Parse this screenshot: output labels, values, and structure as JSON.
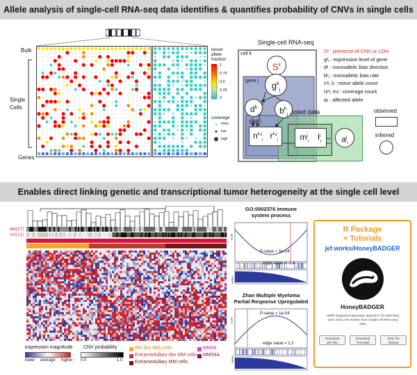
{
  "banners": {
    "top": "Allele analysis of single-cell RNA-seq data identifies & quantifies probability of CNVs in single cells",
    "middle": "Enables direct linking genetic and transcriptional tumor heterogeneity at the single cell level"
  },
  "allele_panel": {
    "row_labels": {
      "bulk": "Bulk",
      "single_cells": "Single\nCells",
      "genes": "Genes"
    },
    "fraction_legend": {
      "title": "lesser\nallele\nfraction",
      "ticks": [
        "1",
        "0.75",
        "0.5",
        "0.25",
        "0"
      ],
      "colors": [
        "#ff0000",
        "#ff8c00",
        "#ffe600",
        "#40d0c8",
        "#30c0c0"
      ]
    },
    "coverage_legend": {
      "title": "coverage",
      "none": "none",
      "low": "low",
      "high": "high"
    }
  },
  "model_diagram": {
    "title": "Single-cell RNA-seq",
    "cell_label": "cell k",
    "gene_label": "gene j",
    "snp_label": "SNP i",
    "pooled_label": "Pooled data",
    "nodes": {
      "S": "S",
      "S_sup": "k",
      "g": "g",
      "g_sup": "k",
      "g_sub": "j",
      "d": "d",
      "d_sup": "k",
      "b": "b",
      "b_sup": "k",
      "b_sub": "j",
      "n": "n",
      "n_sup": "k,j",
      "n_sub": "i",
      "r": "r",
      "r_sup": "k,j",
      "r_sub": "i",
      "m": "m",
      "m_sup": "j",
      "m_sub": "i",
      "l": "l",
      "l_sup": "j",
      "l_sub": "i",
      "a": "a",
      "a_sup": "j",
      "a_sub": "i"
    },
    "definitions": [
      "Sᵏ : presence of CNV or LOH",
      "gᵏⱼ : expression level of gene",
      "dᵏ : monoallelic bias direction",
      "bᵏⱼ : monoallelic bias rate",
      "rᵢᵏʲ, lᵢʲ : minor allele count",
      "nᵢᵏʲ, mᵢʲ : coverage count",
      "aᵢʲ : affected allele"
    ],
    "key": {
      "observed": "observed",
      "inferred": "inferred"
    }
  },
  "heatmap_panel": {
    "row_labels": {
      "del17": "del(17)",
      "del16": "del(16)"
    },
    "legend": {
      "expression_title": "expression magnitude",
      "expression_ticks": [
        "lower",
        "average",
        "higher"
      ],
      "cnv_title": "CNV probability",
      "cnv_ticks": [
        "0.0",
        "1.0"
      ],
      "groups": [
        {
          "label": "BM-like MM cells",
          "color": "#f5a623"
        },
        {
          "label": "Extramedullary-like MM cells",
          "color": "#c0392b"
        },
        {
          "label": "Extramedullary MM cells",
          "color": "#7a1515"
        },
        {
          "label": "MM34",
          "color": "#e040c0"
        },
        {
          "label": "MM34A",
          "color": "#9b0a6a"
        }
      ]
    }
  },
  "gsea": [
    {
      "title": "GO:0002376 immune\nsystem process",
      "pvalue": "P-value < 5e-04",
      "edge": "edge value = -1.4",
      "axis_score": "score",
      "axis_values": "values"
    },
    {
      "title": "Zhan Multiple Myeloma\nPartial Response Upregulated",
      "pvalue": "P-value < 1e-04",
      "edge": "edge value = 1.2",
      "axis_score": "score",
      "axis_values": "values"
    }
  ],
  "package": {
    "title_line1": "R Package",
    "title_line2": "+ Tutorials",
    "link": "jef.works/HoneyBADGER",
    "name": "HoneyBADGER",
    "description": "HMM-integrated Bayesian approach for detecting CNV and LOH events from single-cell RNA-seq data",
    "buttons": [
      "Download\nZIP File",
      "Download\nTAR Ball",
      "View On\nGitHub"
    ]
  }
}
